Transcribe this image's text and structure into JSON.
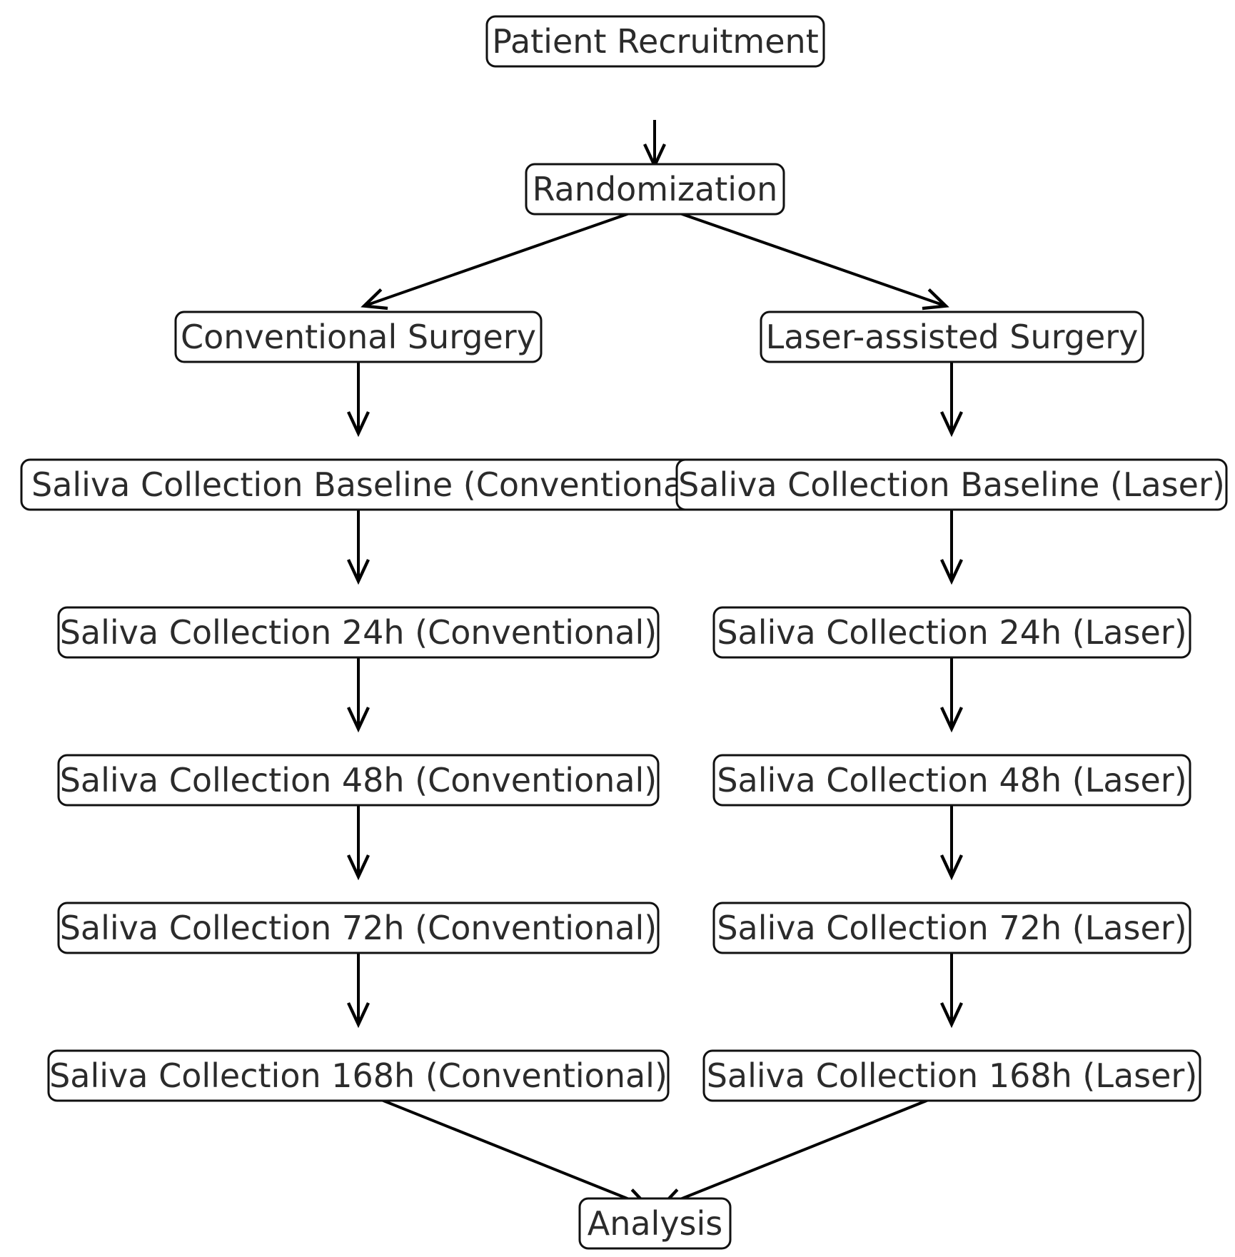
{
  "diagram": {
    "nodes": [
      {
        "id": "recruitment",
        "label": "Patient Recruitment"
      },
      {
        "id": "randomization",
        "label": "Randomization"
      },
      {
        "id": "conv_surgery",
        "label": "Conventional Surgery"
      },
      {
        "id": "laser_surgery",
        "label": "Laser-assisted Surgery"
      },
      {
        "id": "conv_baseline",
        "label": "Saliva Collection Baseline (Conventional"
      },
      {
        "id": "laser_baseline",
        "label": "Saliva Collection Baseline (Laser)"
      },
      {
        "id": "conv_24h",
        "label": "Saliva Collection 24h (Conventional)"
      },
      {
        "id": "laser_24h",
        "label": "Saliva Collection 24h (Laser)"
      },
      {
        "id": "conv_48h",
        "label": "Saliva Collection 48h (Conventional)"
      },
      {
        "id": "laser_48h",
        "label": "Saliva Collection 48h (Laser)"
      },
      {
        "id": "conv_72h",
        "label": "Saliva Collection 72h (Conventional)"
      },
      {
        "id": "laser_72h",
        "label": "Saliva Collection 72h (Laser)"
      },
      {
        "id": "conv_168h",
        "label": "Saliva Collection 168h (Conventional)"
      },
      {
        "id": "laser_168h",
        "label": "Saliva Collection 168h (Laser)"
      },
      {
        "id": "analysis",
        "label": "Analysis"
      }
    ],
    "edges": [
      {
        "from": "recruitment",
        "to": "randomization"
      },
      {
        "from": "randomization",
        "to": "conv_surgery"
      },
      {
        "from": "randomization",
        "to": "laser_surgery"
      },
      {
        "from": "conv_surgery",
        "to": "conv_baseline"
      },
      {
        "from": "laser_surgery",
        "to": "laser_baseline"
      },
      {
        "from": "conv_baseline",
        "to": "conv_24h"
      },
      {
        "from": "laser_baseline",
        "to": "laser_24h"
      },
      {
        "from": "conv_24h",
        "to": "conv_48h"
      },
      {
        "from": "laser_24h",
        "to": "laser_48h"
      },
      {
        "from": "conv_48h",
        "to": "conv_72h"
      },
      {
        "from": "laser_48h",
        "to": "laser_72h"
      },
      {
        "from": "conv_72h",
        "to": "conv_168h"
      },
      {
        "from": "laser_72h",
        "to": "laser_168h"
      },
      {
        "from": "conv_168h",
        "to": "analysis"
      },
      {
        "from": "laser_168h",
        "to": "analysis"
      }
    ]
  }
}
